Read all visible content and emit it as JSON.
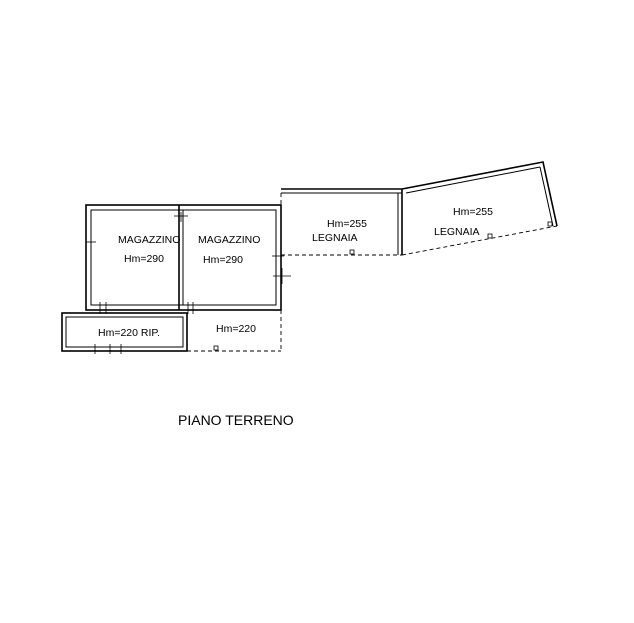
{
  "plan": {
    "title": "PIANO TERRENO",
    "rooms": [
      {
        "id": "magazzino-1",
        "name": "MAGAZZINO",
        "height": "Hm=290"
      },
      {
        "id": "magazzino-2",
        "name": "MAGAZZINO",
        "height": "Hm=290"
      },
      {
        "id": "legnaia-1",
        "name": "LEGNAIA",
        "height": "Hm=255"
      },
      {
        "id": "legnaia-2",
        "name": "LEGNAIA",
        "height": "Hm=255"
      },
      {
        "id": "ripostiglio",
        "name": "",
        "height": "Hm=220 RIP."
      },
      {
        "id": "portico",
        "name": "",
        "height": "Hm=220"
      }
    ]
  }
}
